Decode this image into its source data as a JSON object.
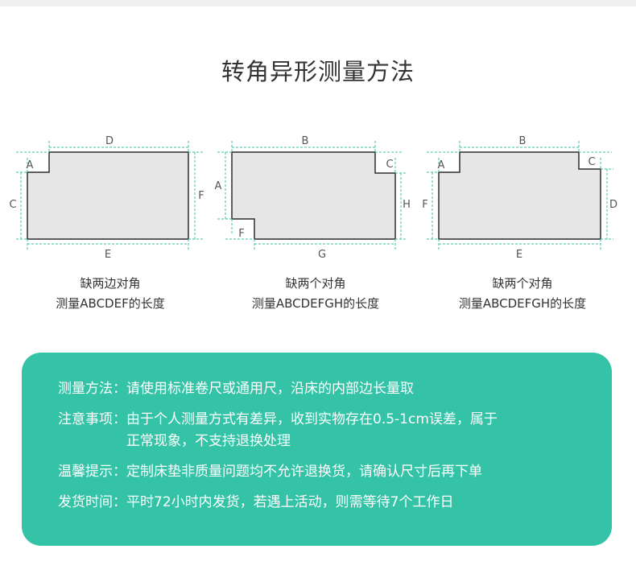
{
  "title": "转角异形测量方法",
  "colors": {
    "accent": "#34c3a7",
    "guide": "#3ec3a6",
    "shape_fill": "#e6e6e6",
    "shape_stroke": "#2d2d2d"
  },
  "diagrams": [
    {
      "labels": {
        "top": "D",
        "notch_w": "A",
        "left": "C",
        "right": "F",
        "bottom": "E"
      },
      "caption_line1": "缺两边对角",
      "caption_line2": "测量ABCDEF的长度"
    },
    {
      "labels": {
        "top": "B",
        "notch_tr": "C",
        "left": "A",
        "right": "H",
        "notch_bl": "F",
        "bottom": "G"
      },
      "caption_line1": "缺两个对角",
      "caption_line2": "测量ABCDEFGH的长度"
    },
    {
      "labels": {
        "top": "B",
        "notch_tl": "A",
        "notch_tr": "C",
        "left": "F",
        "right": "D",
        "bottom": "E"
      },
      "caption_line1": "缺两个对角",
      "caption_line2": "测量ABCDEFGH的长度"
    }
  ],
  "info": [
    {
      "label": "测量方法：",
      "lines": [
        "请使用标准卷尺或通用尺，沿床的内部边长量取"
      ]
    },
    {
      "label": "注意事项：",
      "lines": [
        "由于个人测量方式有差异，收到实物存在0.5-1cm误差，属于",
        "正常现象，不支持退换处理"
      ]
    },
    {
      "label": "温馨提示：",
      "lines": [
        "定制床垫非质量问题均不允许退换货，请确认尺寸后再下单"
      ]
    },
    {
      "label": "发货时间：",
      "lines": [
        "平时72小时内发货，若遇上活动，则需等待7个工作日"
      ]
    }
  ]
}
